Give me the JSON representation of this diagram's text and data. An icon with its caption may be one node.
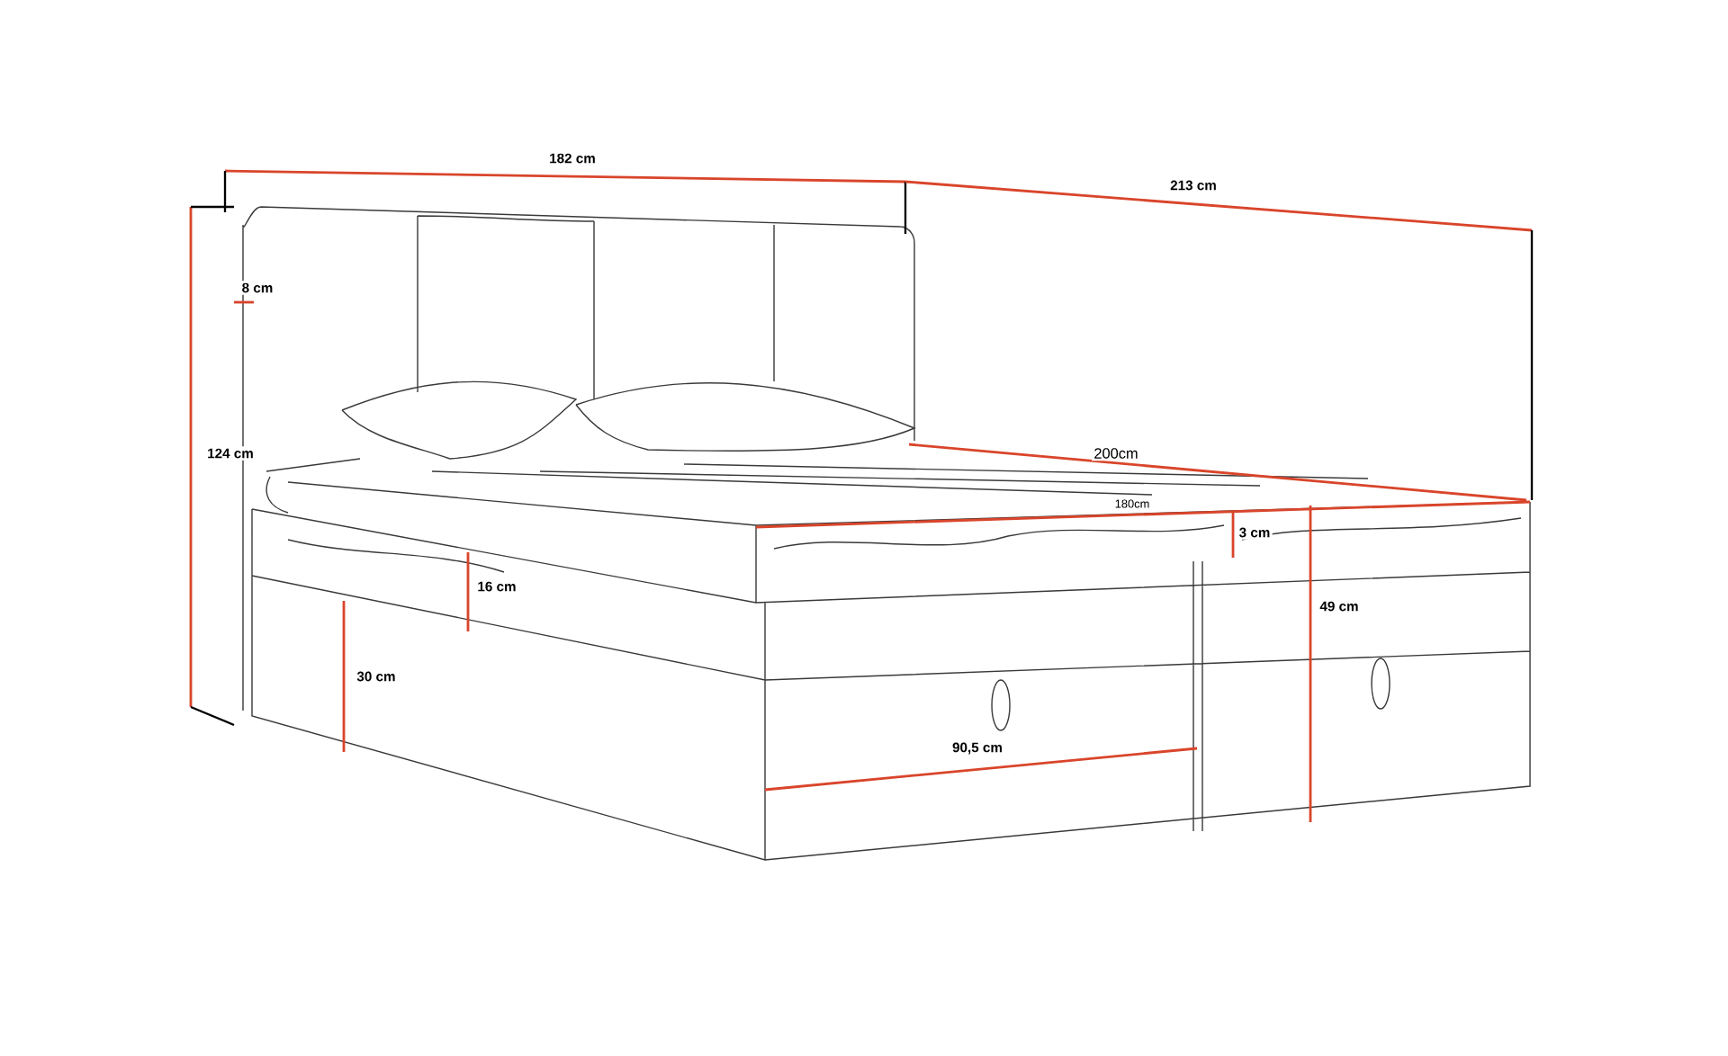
{
  "diagram": {
    "labels": [
      "182 cm",
      "213 cm",
      "8 cm",
      "200cm",
      "124 cm",
      "180cm",
      "3 cm",
      "16 cm",
      "49 cm",
      "30 cm",
      "90,5 cm"
    ]
  }
}
